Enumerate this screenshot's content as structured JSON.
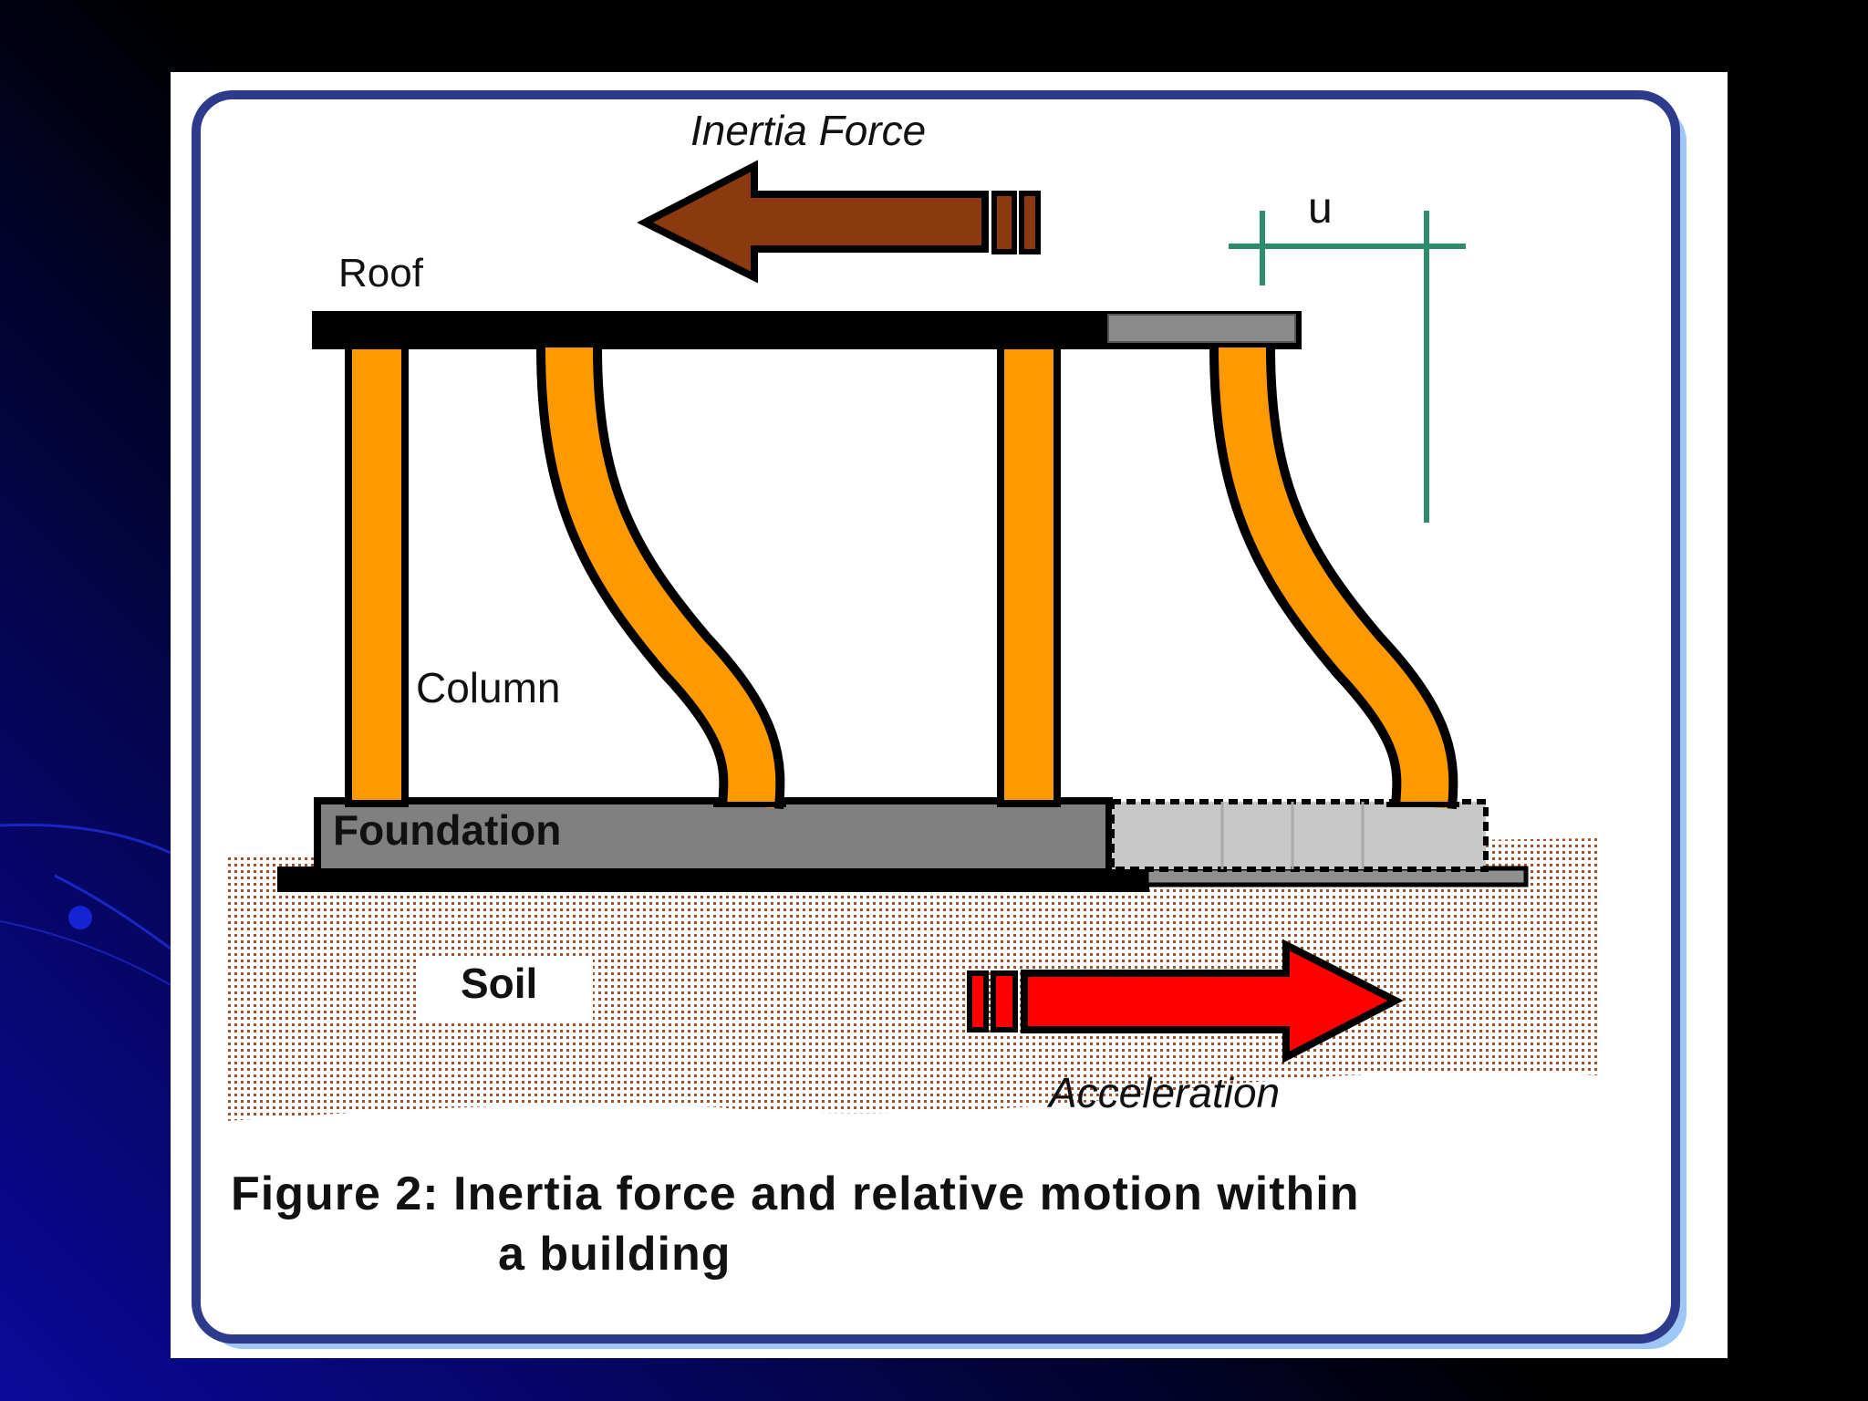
{
  "diagram": {
    "labels": {
      "inertia_force": "Inertia Force",
      "u": "u",
      "roof": "Roof",
      "column": "Column",
      "foundation": "Foundation",
      "soil": "Soil",
      "acceleration": "Acceleration"
    },
    "caption": {
      "line1": "Figure 2: Inertia force and relative motion within",
      "line2": "a building"
    },
    "colors": {
      "column": "#ff9900",
      "inertia_arrow": "#8b3a0f",
      "acceleration_arrow": "#ff0000",
      "displacement_marker": "#2e8b6e",
      "frame_border": "#2e3a8c",
      "frame_shadow": "#9ec7f5",
      "foundation": "#808080",
      "soil_dots": "#a0522d"
    }
  }
}
